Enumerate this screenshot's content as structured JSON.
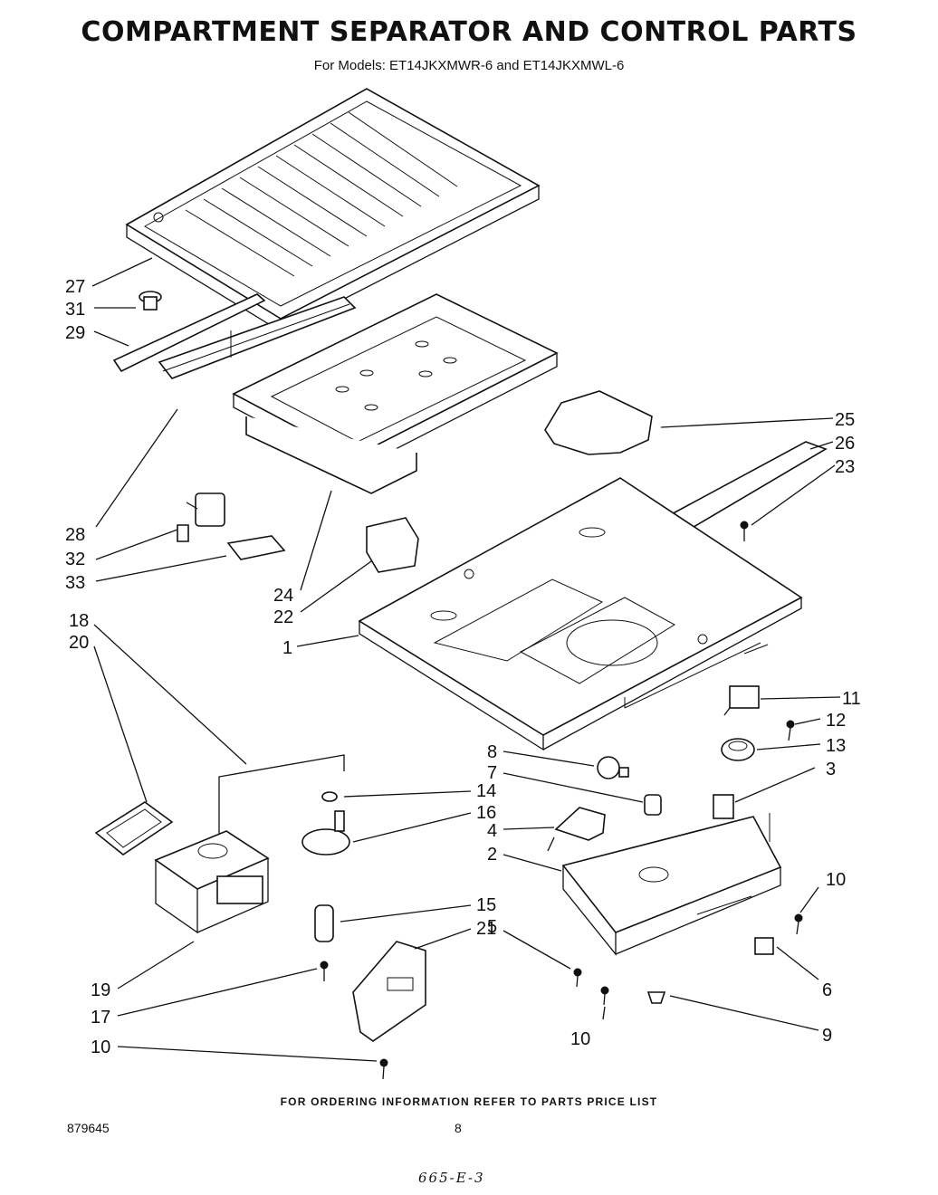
{
  "title": "COMPARTMENT SEPARATOR AND CONTROL PARTS",
  "subtitle": "For Models: ET14JKXMWR-6 and ET14JKXMWL-6",
  "footer_note": "FOR ORDERING INFORMATION REFER TO PARTS PRICE LIST",
  "doc_number": "879645",
  "page_number": "8",
  "handwritten_note": "665-E-3",
  "callouts": {
    "c27": "27",
    "c31": "31",
    "c29": "29",
    "c28": "28",
    "c32": "32",
    "c33": "33",
    "c24": "24",
    "c22": "22",
    "c1": "1",
    "c25": "25",
    "c26": "26",
    "c23": "23",
    "c18": "18",
    "c20": "20",
    "c11": "11",
    "c12": "12",
    "c13": "13",
    "c3": "3",
    "c8": "8",
    "c7": "7",
    "c14": "14",
    "c16": "16",
    "c4": "4",
    "c2": "2",
    "c15": "15",
    "c21": "21",
    "c5": "5",
    "c10a": "10",
    "c19": "19",
    "c17": "17",
    "c10b": "10",
    "c10c": "10",
    "c6": "6",
    "c9": "9"
  }
}
